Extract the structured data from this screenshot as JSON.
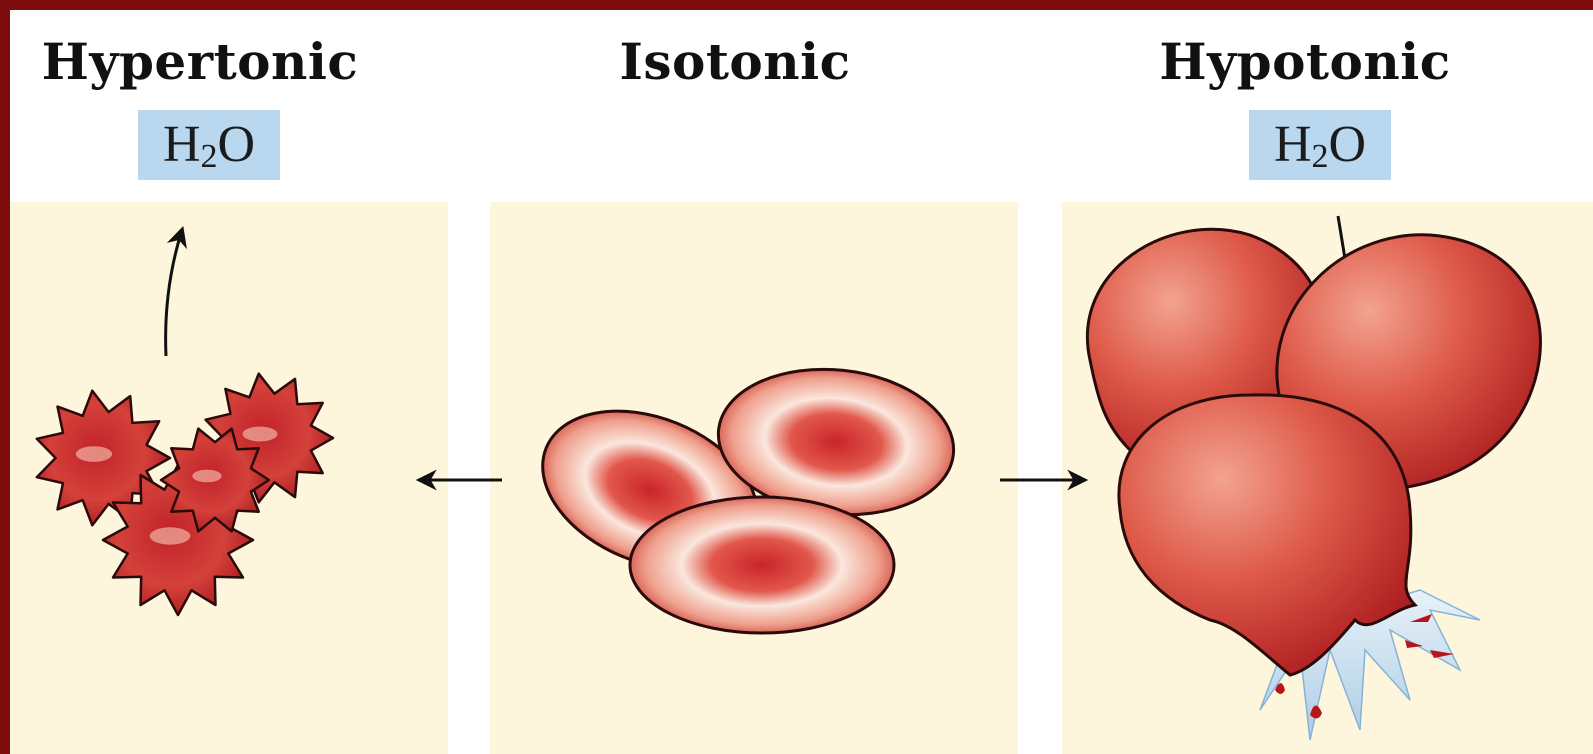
{
  "headings": {
    "hypertonic": "Hypertonic",
    "isotonic": "Isotonic",
    "hypotonic": "Hypotonic"
  },
  "labels": {
    "hypertonic_water": {
      "main": "H",
      "sub": "2",
      "end": "O"
    },
    "hypotonic_water": {
      "main": "H",
      "sub": "2",
      "end": "O"
    }
  },
  "colors": {
    "border": "#7e0c0c",
    "panel": "#fdf6dd",
    "water_label": "#b9d7ee",
    "cell_fill": "#d7453a",
    "cell_dark": "#b8141c",
    "cell_outline": "#2a0a0a",
    "burst_water": "#cfe4f4"
  },
  "icons": [
    "arrow-up-icon",
    "arrow-left-icon",
    "arrow-right-icon",
    "arrow-down-icon",
    "crenated-cell-icon",
    "normal-cell-icon",
    "swollen-cell-icon",
    "lysed-cell-icon"
  ]
}
